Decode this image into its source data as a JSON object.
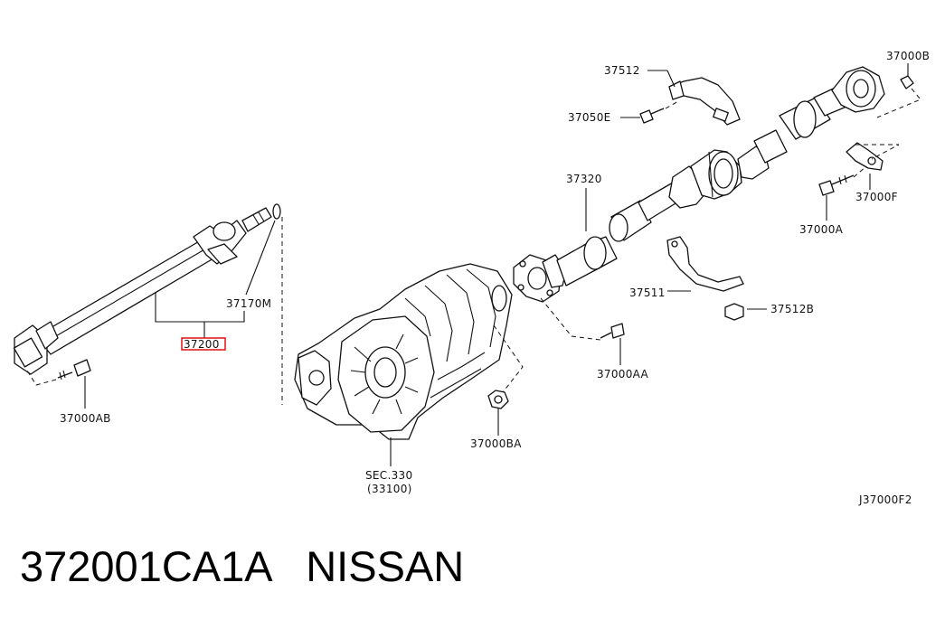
{
  "diagram": {
    "labels": {
      "p37000B": "37000B",
      "p37512": "37512",
      "p37050E": "37050E",
      "p37320": "37320",
      "p37000F": "37000F",
      "p37000A": "37000A",
      "p37511": "37511",
      "p37512B": "37512B",
      "p37170M": "37170M",
      "p37200": "37200",
      "p37000AA": "37000AA",
      "p37000AB": "37000AB",
      "p37000BA": "37000BA",
      "sec": "SEC.330",
      "sec_sub": "(33100)",
      "fig_code": "J37000F2"
    }
  },
  "caption": {
    "part_number": "372001CA1A",
    "brand": "NISSAN"
  }
}
